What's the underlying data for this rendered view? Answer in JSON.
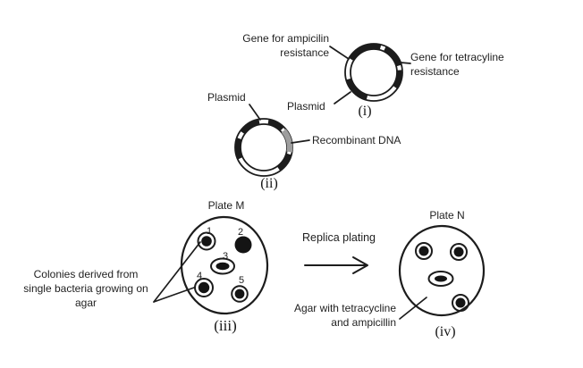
{
  "colors": {
    "ink": "#1c1c1c",
    "background": "#ffffff",
    "recombinant_dna": "#9e9e9e",
    "colony": "#141414"
  },
  "plasmid_i": {
    "numeral": "(i)",
    "plasmid_label": "Plasmid",
    "ampicillin_gene_label": "Gene for ampicilin resistance",
    "tetracycline_gene_label": "Gene for tetracyline resistance"
  },
  "plasmid_ii": {
    "numeral": "(ii)",
    "plasmid_label": "Plasmid",
    "recombinant_dna_label": "Recombinant DNA"
  },
  "plate_m": {
    "title": "Plate M",
    "numeral": "(iii)",
    "caption": "Colonies derived from single bacteria growing on agar",
    "colonies": [
      {
        "number": "1",
        "style": "ringed"
      },
      {
        "number": "2",
        "style": "solid"
      },
      {
        "number": "3",
        "style": "ringed-ellipse"
      },
      {
        "number": "4",
        "style": "ringed"
      },
      {
        "number": "5",
        "style": "ringed"
      }
    ]
  },
  "process": {
    "label": "Replica plating"
  },
  "plate_n": {
    "title": "Plate N",
    "numeral": "(iv)",
    "caption": "Agar with tetracycline and ampicillin",
    "colonies": [
      {
        "style": "ringed"
      },
      {
        "style": "ringed"
      },
      {
        "style": "ringed-ellipse"
      },
      {
        "style": "ringed"
      }
    ]
  }
}
